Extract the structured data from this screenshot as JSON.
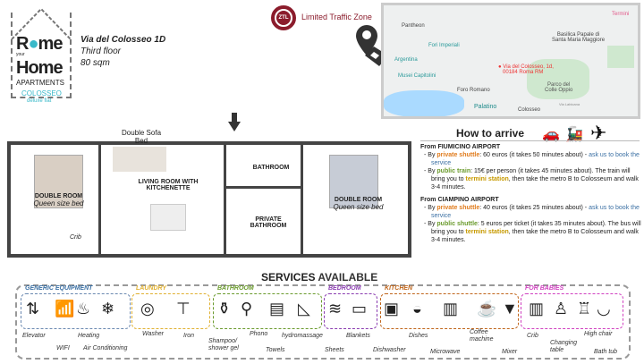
{
  "logo": {
    "line1a": "R",
    "line1b": "me",
    "line2": "your",
    "line3": "Home",
    "line4": "APARTMENTS",
    "line5": "COLOSSEO",
    "line6": "deluxe flat"
  },
  "address": {
    "street": "Via del Colosseo 1D",
    "floor": "Third floor",
    "size": "80 sqm"
  },
  "ztl": {
    "badge": "ZTL",
    "label": "Limited Traffic Zone"
  },
  "map": {
    "places": [
      "Pantheon",
      "Fori Imperiali",
      "Argentina",
      "Musei Capitolini",
      "Foro Romano",
      "Via del Colosseo, 1d,",
      "00184 Roma RM",
      "Basilica Papale di",
      "Santa Maria Maggiore",
      "Parco del",
      "Colle Oppio",
      "Colosseo",
      "Termini",
      "Palatino",
      "Via Labicana"
    ]
  },
  "floorplan": {
    "room1": "DOUBLE ROOM",
    "room1_bed": "Queen size bed",
    "crib": "Crib",
    "sofa": "Double Sofa Bed",
    "living": "LIVING ROOM WITH KITCHENETTE",
    "bath": "BATHROOM",
    "private_bath": "PRIVATE BATHROOM",
    "room2": "DOUBLE ROOM",
    "room2_bed": "Queen size bed"
  },
  "arrive": {
    "title": "How to arrive",
    "fiumicino": {
      "heading": "From FIUMICINO AIRPORT",
      "b1_pre": "By ",
      "b1_hl": "private shuttle",
      "b1_text": ": 60 euros (it takes 50 minutes about) - ",
      "b1_link": "ask us to book the service",
      "b2_pre": "By ",
      "b2_hl": "public train",
      "b2_text": ": 15€ per person (it takes 45 minutes about). The train will bring you to ",
      "b2_station": "termini station",
      "b2_end": ", then take the metro B to Colosseum and walk 3-4 minutes."
    },
    "ciampino": {
      "heading": "From CIAMPINO AIRPORT",
      "b1_pre": "By ",
      "b1_hl": "private shuttle",
      "b1_text": ": 40 euros (it takes 25 minutes about) - ",
      "b1_link": "ask us to book the service",
      "b2_pre": "By ",
      "b2_hl": "public shuttle",
      "b2_text": ": 5 euros per ticket (it takes 35 minutes about). The bus will bring you to ",
      "b2_station": "termini station",
      "b2_end": ", then take the metro B to Colosseum and walk 3-4 minutes."
    }
  },
  "services": {
    "title": "SERVICES",
    "title2": "AVAILABLE",
    "groups": {
      "generic": "GENERIC EQUIPMENT",
      "laundry": "LAUNDRY",
      "bathroom": "BATHROOM",
      "bedroom": "BEDROOM",
      "kitchen": "KITCHEN",
      "babies": "FOR BABIES"
    },
    "items": [
      "Elevator",
      "WIFI",
      "Heating",
      "Air Conditioning",
      "Washer",
      "Iron",
      "Shampoo/ shower gel",
      "Phono",
      "Towels",
      "hydromassage",
      "Sheets",
      "Blankets",
      "Dishwasher",
      "Dishes",
      "Microwave",
      "Coffee machine",
      "Mixer",
      "Crib",
      "Changing table",
      "High chair",
      "Bath tub"
    ]
  },
  "colors": {
    "ztl": "#8b1c2c",
    "teal": "#39b9c9",
    "generic": "#3a6fa3",
    "laundry": "#e0b030",
    "bathroom": "#6a9a2c",
    "bedroom": "#8a3cb0",
    "kitchen": "#c0651a",
    "babies": "#d040c0"
  }
}
